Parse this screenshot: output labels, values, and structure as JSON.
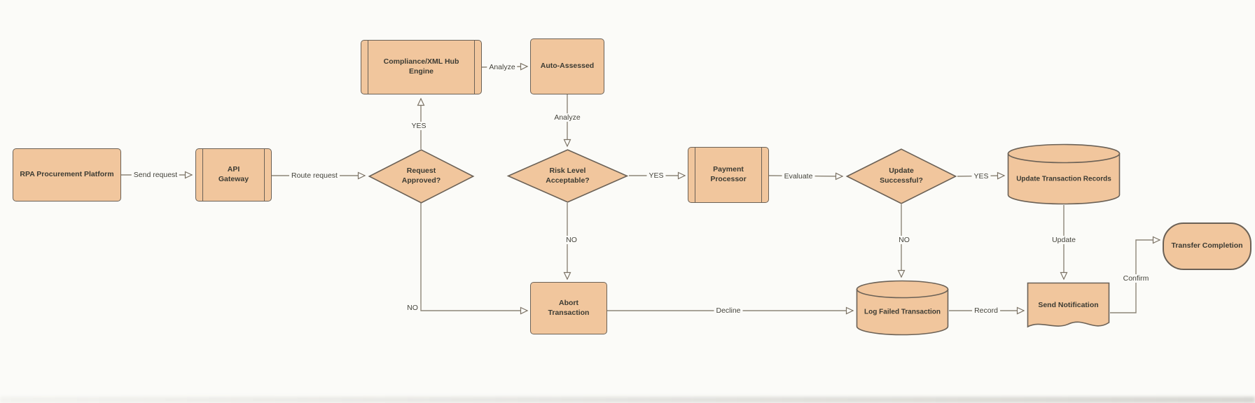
{
  "diagram": {
    "colors": {
      "background": "#fbfbf8",
      "shape_fill": "#f1c69d",
      "shape_border": "#6b6156",
      "connector": "#8d8678",
      "text": "#3c3b33"
    },
    "nodes": {
      "rpa_platform": {
        "label": "RPA Procurement Platform",
        "type": "process"
      },
      "api_gateway": {
        "label": "API Gateway",
        "type": "predefined-process"
      },
      "request_approved": {
        "label": "Request Approved?",
        "type": "decision"
      },
      "compliance_engine": {
        "label": "Compliance/XML Hub Engine",
        "type": "predefined-process"
      },
      "auto_assessed": {
        "label": "Auto-Assessed",
        "type": "process"
      },
      "risk_level": {
        "label": "Risk Level Acceptable?",
        "type": "decision"
      },
      "payment_processor": {
        "label": "Payment Processor",
        "type": "predefined-process"
      },
      "update_successful": {
        "label": "Update Successful?",
        "type": "decision"
      },
      "update_records": {
        "label": "Update Transaction Records",
        "type": "database-cylinder"
      },
      "abort_transaction": {
        "label": "Abort Transaction",
        "type": "process"
      },
      "log_failed": {
        "label": "Log Failed Transaction",
        "type": "database-cylinder"
      },
      "send_notification": {
        "label": "Send Notification",
        "type": "document"
      },
      "transfer_completion": {
        "label": "Transfer Completion",
        "type": "terminator"
      }
    },
    "edges": {
      "send_request": "Send request",
      "route_request": "Route request",
      "yes_approved": "YES",
      "analyze_top": "Analyze",
      "analyze_down": "Analyze",
      "yes_risk": "YES",
      "evaluate": "Evaluate",
      "yes_update": "YES",
      "update": "Update",
      "no_approved": "NO",
      "no_risk": "NO",
      "decline": "Decline",
      "no_update": "NO",
      "record": "Record",
      "confirm": "Confirm"
    }
  }
}
